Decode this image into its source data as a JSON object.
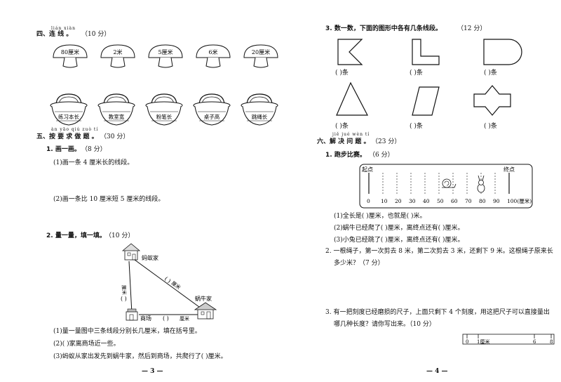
{
  "left": {
    "sec4": {
      "pinyin": "lián xiàn",
      "title": "四、连  线 。",
      "score": "（10 分）"
    },
    "mushrooms": [
      "80厘米",
      "2米",
      "5厘米",
      "6米",
      "20厘米"
    ],
    "baskets": [
      "练习本长",
      "教室宽",
      "粉笔长",
      "桌子高",
      "跳绳长"
    ],
    "sec5": {
      "pinyin": "àn yāo qiú zuò tí",
      "title": "五、按 要 求 做 题 。",
      "score": "（30 分）"
    },
    "q1": {
      "title": "1. 画一画。",
      "score": "（8 分）",
      "a": "(1)画一条 4 厘米长的线段。",
      "b": "(2)画一条比 10 厘米短 5 厘米的线段。"
    },
    "q2": {
      "title": "2. 量一量，填一填。",
      "score": "（10 分）",
      "ant_home": "蚂蚁家",
      "snail_home": "蜗牛家",
      "mall": "商场",
      "unit": "厘米",
      "paren": "(    )",
      "a": "(1)量一量图中三条线段分别长几厘米，填在括号里。",
      "b": "(2)(          )家离商场近一些。",
      "c": "(3)蚂蚁从家出发先到蜗牛家，然后到商场，共爬行了(        )厘米。"
    },
    "page_num": "— 3 —"
  },
  "right": {
    "q3": {
      "title": "3. 数一数，下面的图形中各有几条线段。",
      "score": "（12 分）",
      "blank": "(        )条"
    },
    "sec6": {
      "pinyin": "jiě jué wèn tí",
      "title": "六、解 决 问 题 。",
      "score": "（23 分）"
    },
    "run": {
      "title": "1. 跑步比赛。",
      "score": "（6 分）",
      "start": "起点",
      "end": "终点",
      "ticks": [
        "0",
        "10",
        "20",
        "30",
        "40",
        "50",
        "60",
        "70",
        "80",
        "90",
        "100(厘米)"
      ],
      "a": "(1)全长是(        )厘米，也就是(        )米。",
      "b": "(2)蜗牛已经爬了(        )厘米，离终点还有(        )厘米。",
      "c": "(3)小兔已经跳了(        )厘米，离终点还有(        )厘米。"
    },
    "rope": {
      "line1": "2. 一根绳子，第一次剪去 8 米，第二次剪去 3 米，还剩下 9 米。这根绳子原来长",
      "line2": "多少米？（7 分）"
    },
    "ruler": {
      "line1": "3. 有一把刻度已经磨损的尺子，上面只剩下 4 个刻度，用这把尺子可以直接量出",
      "line2": "哪几种长度？请你写出来。（10 分）",
      "marks": [
        "0",
        "1厘米",
        "6",
        "8"
      ]
    },
    "page_num": "— 4 —"
  }
}
